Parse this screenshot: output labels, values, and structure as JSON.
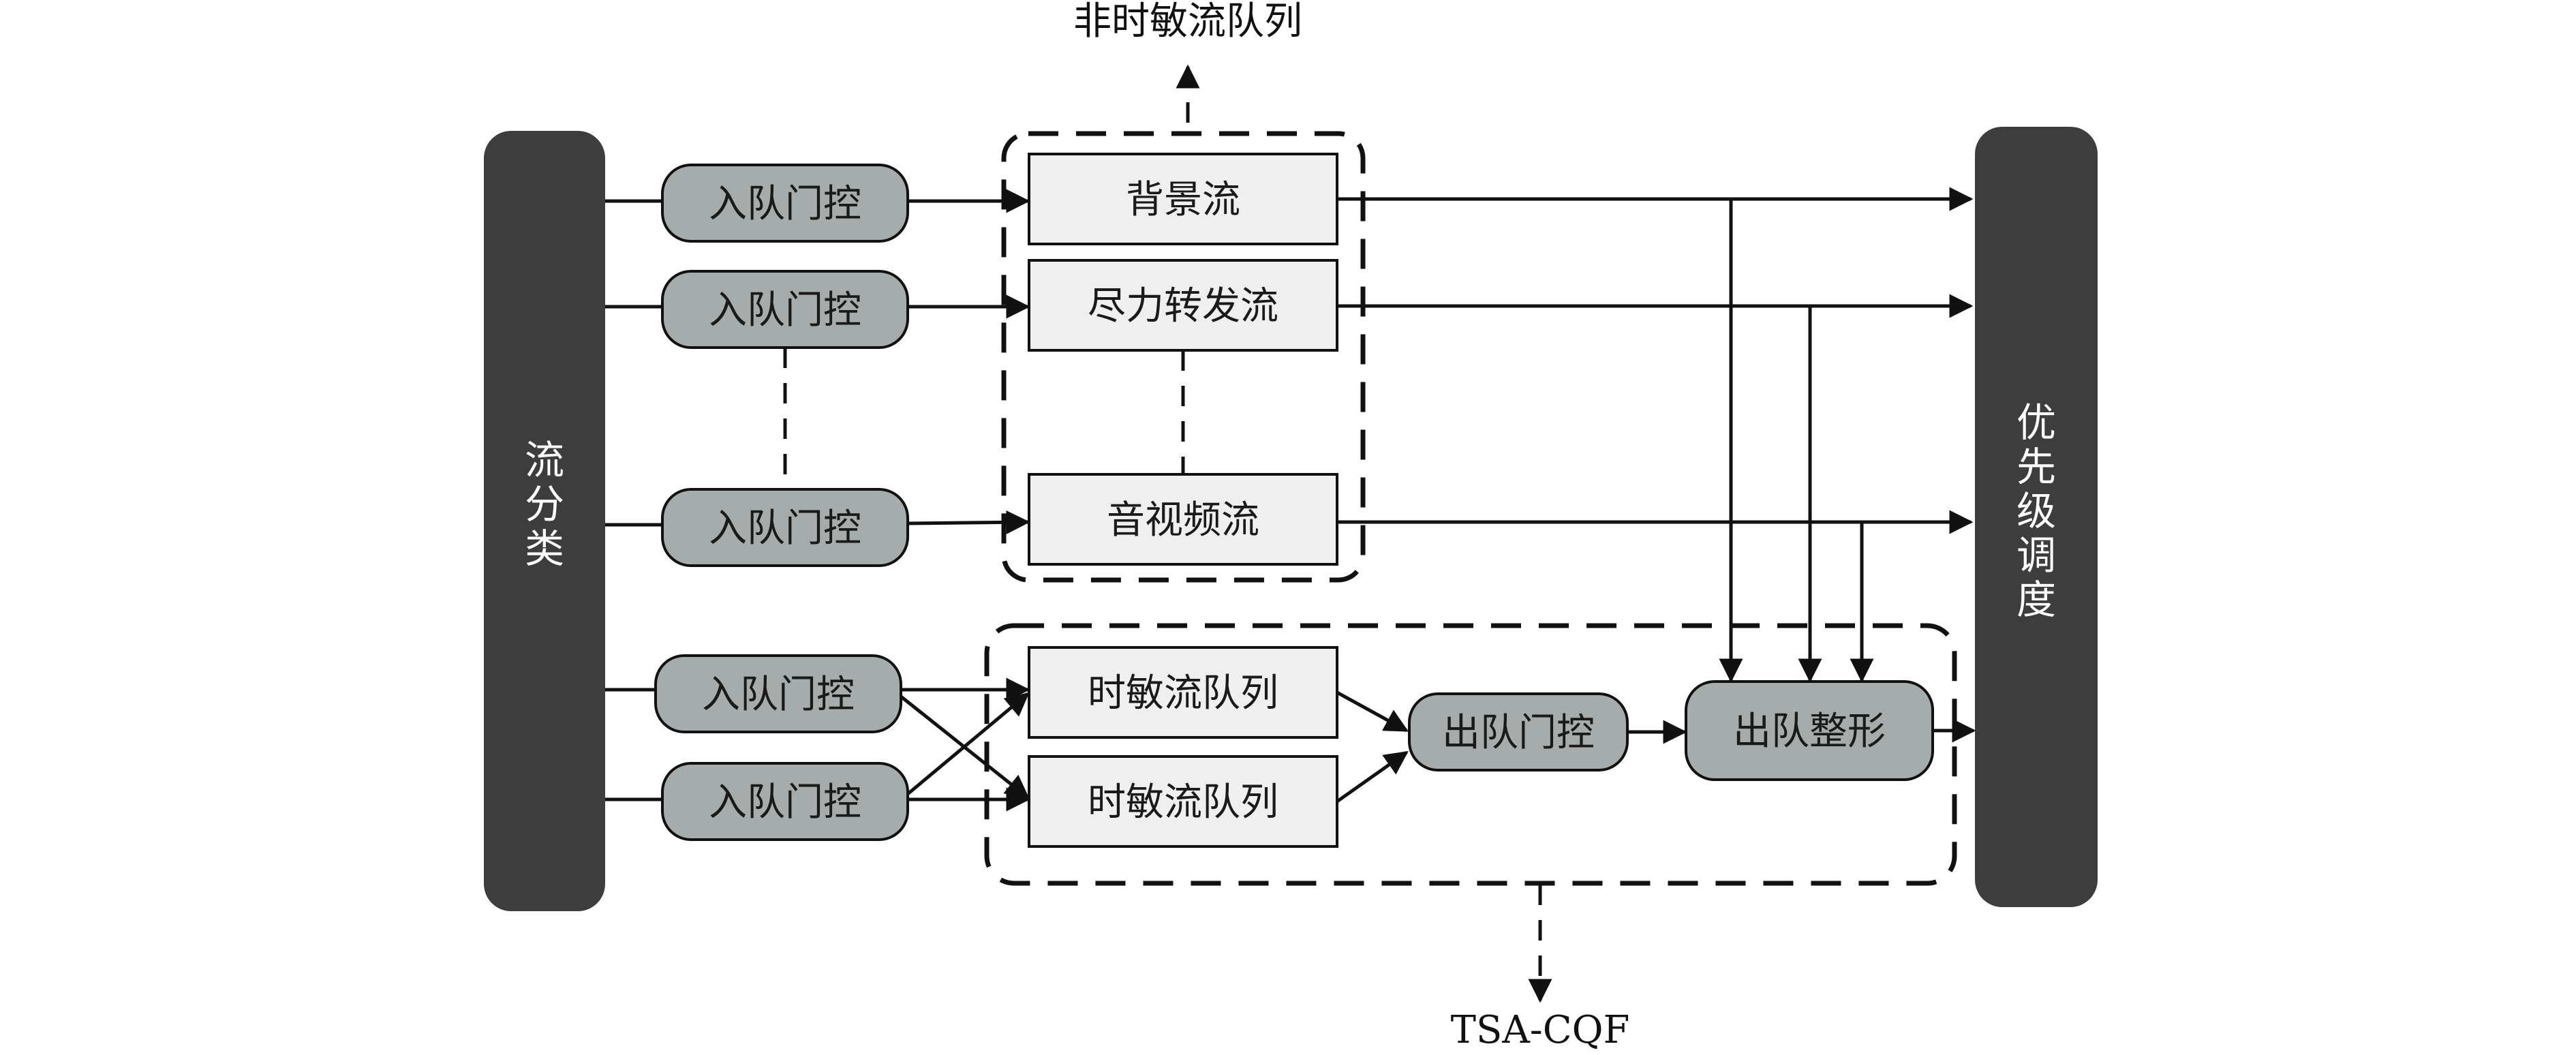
{
  "captions": {
    "non_ts_queue": "非时敏流队列",
    "tsa_cqf": "TSA-CQF"
  },
  "bars": {
    "classifier": [
      "流",
      "分",
      "类"
    ],
    "scheduler": [
      "优",
      "先",
      "级",
      "调",
      "度"
    ]
  },
  "gates": {
    "ingress": [
      "入队门控",
      "入队门控",
      "入队门控",
      "入队门控",
      "入队门控"
    ],
    "egress": "出队门控"
  },
  "queues": {
    "non_ts": [
      "背景流",
      "尽力转发流",
      "音视频流"
    ],
    "ts": [
      "时敏流队列",
      "时敏流队列"
    ]
  },
  "shaper": "出队整形",
  "colors": {
    "dark_bar": "#3d3d3d",
    "gate_fill": "#a6abab",
    "queue_fill": "#efefef",
    "line": "#111111"
  }
}
